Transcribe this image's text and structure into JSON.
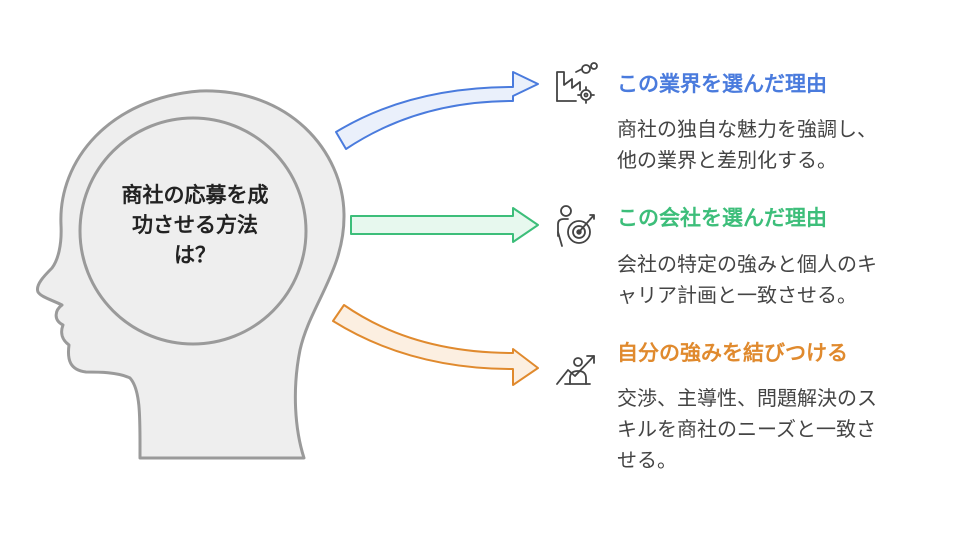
{
  "center": {
    "lines": [
      "商社の応募を成",
      "功させる方法",
      "は？"
    ]
  },
  "branches": [
    {
      "heading": "この業界を選んだ理由",
      "description": [
        "商社の独自な魅力を強調し、",
        "他の業界と差別化する。"
      ],
      "color": "#4A7BDD",
      "icon": "factory-gear-icon"
    },
    {
      "heading": "この会社を選んだ理由",
      "description": [
        "会社の特定の強みと個人のキ",
        "ャリア計画と一致させる。"
      ],
      "color": "#3DBE7A",
      "icon": "person-target-icon"
    },
    {
      "heading": "自分の強みを結びつける",
      "description": [
        "交渉、主導性、問題解決のス",
        "キルを商社のニーズと一致さ",
        "せる。"
      ],
      "color": "#E08A2E",
      "icon": "person-growth-icon"
    }
  ]
}
